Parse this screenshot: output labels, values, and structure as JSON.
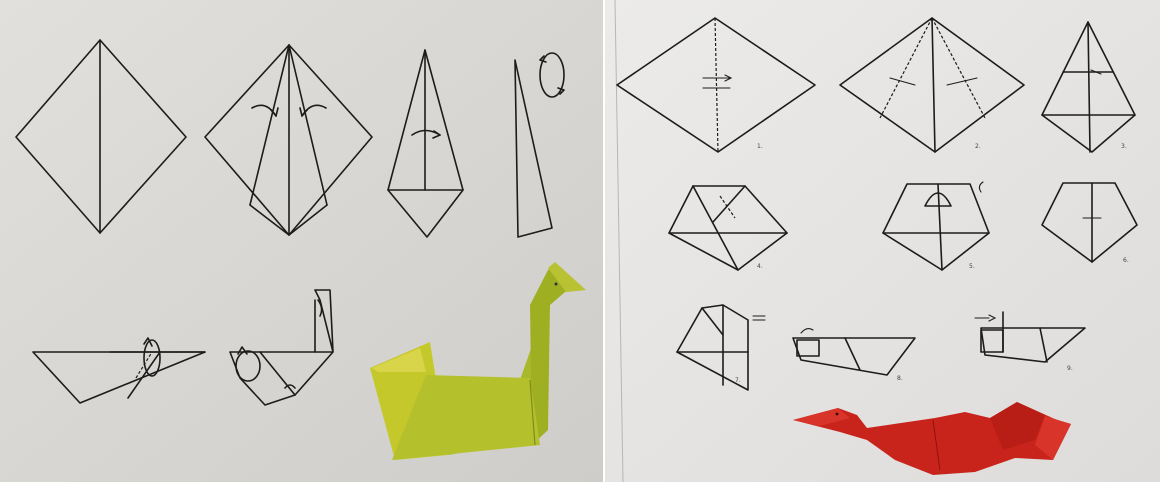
{
  "left_page": {
    "paper_color": "#dcdad6",
    "model_color": "#b9c22f"
  },
  "right_page": {
    "paper_color": "#e6e4e2",
    "model_color": "#c8241c",
    "step_labels": [
      "1.",
      "2.",
      "3.",
      "4.",
      "5.",
      "6.",
      "7.",
      "8.",
      "9."
    ]
  }
}
